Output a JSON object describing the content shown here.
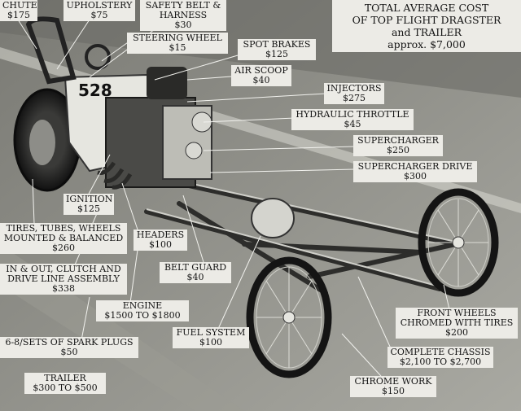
{
  "photo": {
    "description_icon": "dragster-photo",
    "car_number": "528"
  },
  "title_box": {
    "line1": "TOTAL AVERAGE COST",
    "line2": "OF TOP FLIGHT DRAGSTER",
    "line3": "and TRAILER",
    "line4": "approx. $7,000"
  },
  "labels": [
    {
      "id": "chute",
      "name": "CHUTE",
      "price": "$175"
    },
    {
      "id": "upholstery",
      "name": "UPHOLSTERY",
      "price": "$75"
    },
    {
      "id": "safety-belt",
      "name": "SAFETY BELT &",
      "name2": "HARNESS",
      "price": "$30"
    },
    {
      "id": "steering-wheel",
      "name": "STEERING WHEEL",
      "price": "$15"
    },
    {
      "id": "spot-brakes",
      "name": "SPOT BRAKES",
      "price": "$125"
    },
    {
      "id": "air-scoop",
      "name": "AIR SCOOP",
      "price": "$40"
    },
    {
      "id": "injectors",
      "name": "INJECTORS",
      "price": "$275"
    },
    {
      "id": "hydraulic-throttle",
      "name": "HYDRAULIC THROTTLE",
      "price": "$45"
    },
    {
      "id": "supercharger",
      "name": "SUPERCHARGER",
      "price": "$250"
    },
    {
      "id": "supercharger-drive",
      "name": "SUPERCHARGER DRIVE",
      "price": "$300"
    },
    {
      "id": "ignition",
      "name": "IGNITION",
      "price": "$125"
    },
    {
      "id": "tires",
      "name": "TIRES, TUBES, WHEELS",
      "name2": "MOUNTED & BALANCED",
      "price": "$260"
    },
    {
      "id": "headers",
      "name": "HEADERS",
      "price": "$100"
    },
    {
      "id": "belt-guard",
      "name": "BELT GUARD",
      "price": "$40"
    },
    {
      "id": "clutch",
      "name": "IN & OUT, CLUTCH AND",
      "name2": "DRIVE LINE ASSEMBLY",
      "price": "$338"
    },
    {
      "id": "engine",
      "name": "ENGINE",
      "price": "$1500 TO $1800"
    },
    {
      "id": "spark-plugs",
      "name": "6-8/SETS OF SPARK PLUGS",
      "price": "$50"
    },
    {
      "id": "fuel-system",
      "name": "FUEL SYSTEM",
      "price": "$100"
    },
    {
      "id": "front-wheels",
      "name": "FRONT WHEELS",
      "name2": "CHROMED WITH TIRES",
      "price": "$200"
    },
    {
      "id": "chassis",
      "name": "COMPLETE CHASSIS",
      "price": "$2,100 TO $2,700"
    },
    {
      "id": "trailer",
      "name": "TRAILER",
      "price": "$300 TO $500"
    },
    {
      "id": "chrome-work",
      "name": "CHROME WORK",
      "price": "$150"
    }
  ]
}
